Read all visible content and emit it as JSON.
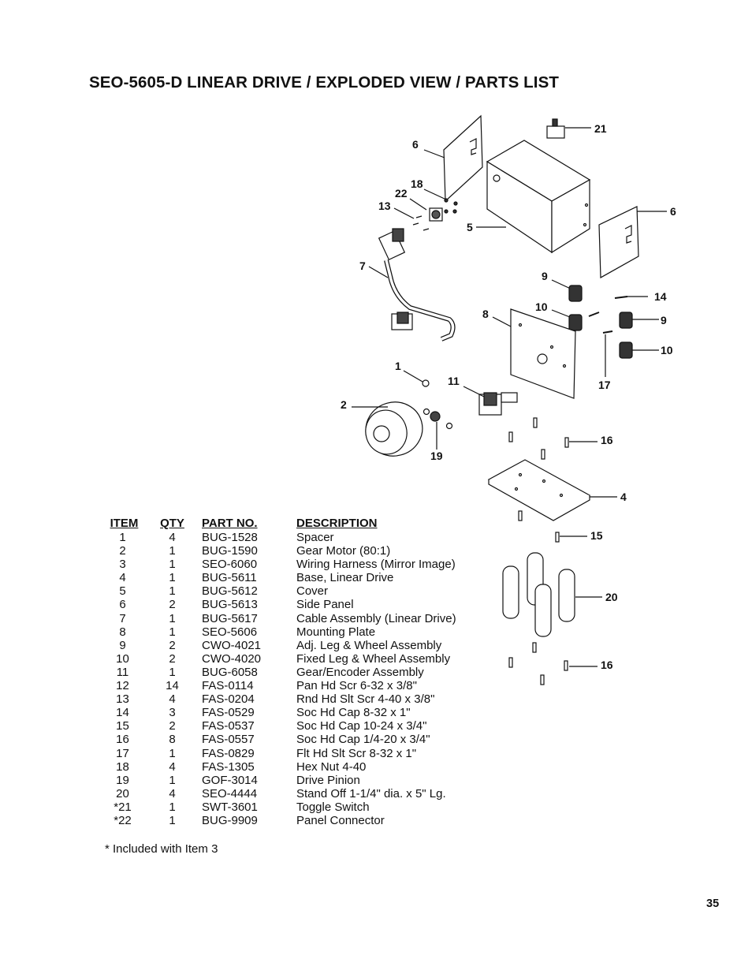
{
  "title": "SEO-5605-D LINEAR DRIVE / EXPLODED VIEW / PARTS LIST",
  "callouts": {
    "c21": "21",
    "c6a": "6",
    "c6b": "6",
    "c18": "18",
    "c22": "22",
    "c13": "13",
    "c5": "5",
    "c7": "7",
    "c9a": "9",
    "c14": "14",
    "c10a": "10",
    "c8": "8",
    "c9b": "9",
    "c10b": "10",
    "c1": "1",
    "c11": "11",
    "c17": "17",
    "c2": "2",
    "c16a": "16",
    "c19": "19",
    "c4": "4",
    "c15": "15",
    "c20": "20",
    "c16b": "16"
  },
  "table": {
    "headers": {
      "item": "ITEM",
      "qty": "QTY",
      "part": "PART NO.",
      "desc": "DESCRIPTION"
    },
    "rows": [
      {
        "item": "1",
        "qty": "4",
        "part": "BUG-1528",
        "desc": "Spacer"
      },
      {
        "item": "2",
        "qty": "1",
        "part": "BUG-1590",
        "desc": "Gear Motor (80:1)"
      },
      {
        "item": "3",
        "qty": "1",
        "part": "SEO-6060",
        "desc": "Wiring Harness (Mirror Image)"
      },
      {
        "item": "4",
        "qty": "1",
        "part": "BUG-5611",
        "desc": "Base, Linear Drive"
      },
      {
        "item": "5",
        "qty": "1",
        "part": "BUG-5612",
        "desc": "Cover"
      },
      {
        "item": "6",
        "qty": "2",
        "part": "BUG-5613",
        "desc": "Side Panel"
      },
      {
        "item": "7",
        "qty": "1",
        "part": "BUG-5617",
        "desc": "Cable Assembly (Linear Drive)"
      },
      {
        "item": "8",
        "qty": "1",
        "part": "SEO-5606",
        "desc": "Mounting Plate"
      },
      {
        "item": "9",
        "qty": "2",
        "part": "CWO-4021",
        "desc": "Adj. Leg & Wheel Assembly"
      },
      {
        "item": "10",
        "qty": "2",
        "part": "CWO-4020",
        "desc": "Fixed Leg & Wheel Assembly"
      },
      {
        "item": "11",
        "qty": "1",
        "part": "BUG-6058",
        "desc": "Gear/Encoder Assembly"
      },
      {
        "item": "12",
        "qty": "14",
        "part": "FAS-0114",
        "desc": "Pan Hd Scr 6-32 x 3/8\""
      },
      {
        "item": "13",
        "qty": "4",
        "part": "FAS-0204",
        "desc": "Rnd Hd Slt Scr 4-40 x 3/8\""
      },
      {
        "item": "14",
        "qty": "3",
        "part": "FAS-0529",
        "desc": "Soc Hd Cap 8-32 x 1\""
      },
      {
        "item": "15",
        "qty": "2",
        "part": "FAS-0537",
        "desc": "Soc Hd Cap 10-24 x 3/4\""
      },
      {
        "item": "16",
        "qty": "8",
        "part": "FAS-0557",
        "desc": "Soc Hd Cap 1/4-20 x 3/4\""
      },
      {
        "item": "17",
        "qty": "1",
        "part": "FAS-0829",
        "desc": "Flt Hd Slt Scr 8-32 x 1\""
      },
      {
        "item": "18",
        "qty": "4",
        "part": "FAS-1305",
        "desc": "Hex Nut 4-40"
      },
      {
        "item": "19",
        "qty": "1",
        "part": "GOF-3014",
        "desc": "Drive Pinion"
      },
      {
        "item": "20",
        "qty": "4",
        "part": "SEO-4444",
        "desc": "Stand Off 1-1/4\" dia. x 5\" Lg."
      },
      {
        "item": "*21",
        "qty": "1",
        "part": "SWT-3601",
        "desc": "Toggle Switch"
      },
      {
        "item": "*22",
        "qty": "1",
        "part": "BUG-9909",
        "desc": "Panel Connector"
      }
    ]
  },
  "footnote": "* Included with Item 3",
  "page_number": "35"
}
